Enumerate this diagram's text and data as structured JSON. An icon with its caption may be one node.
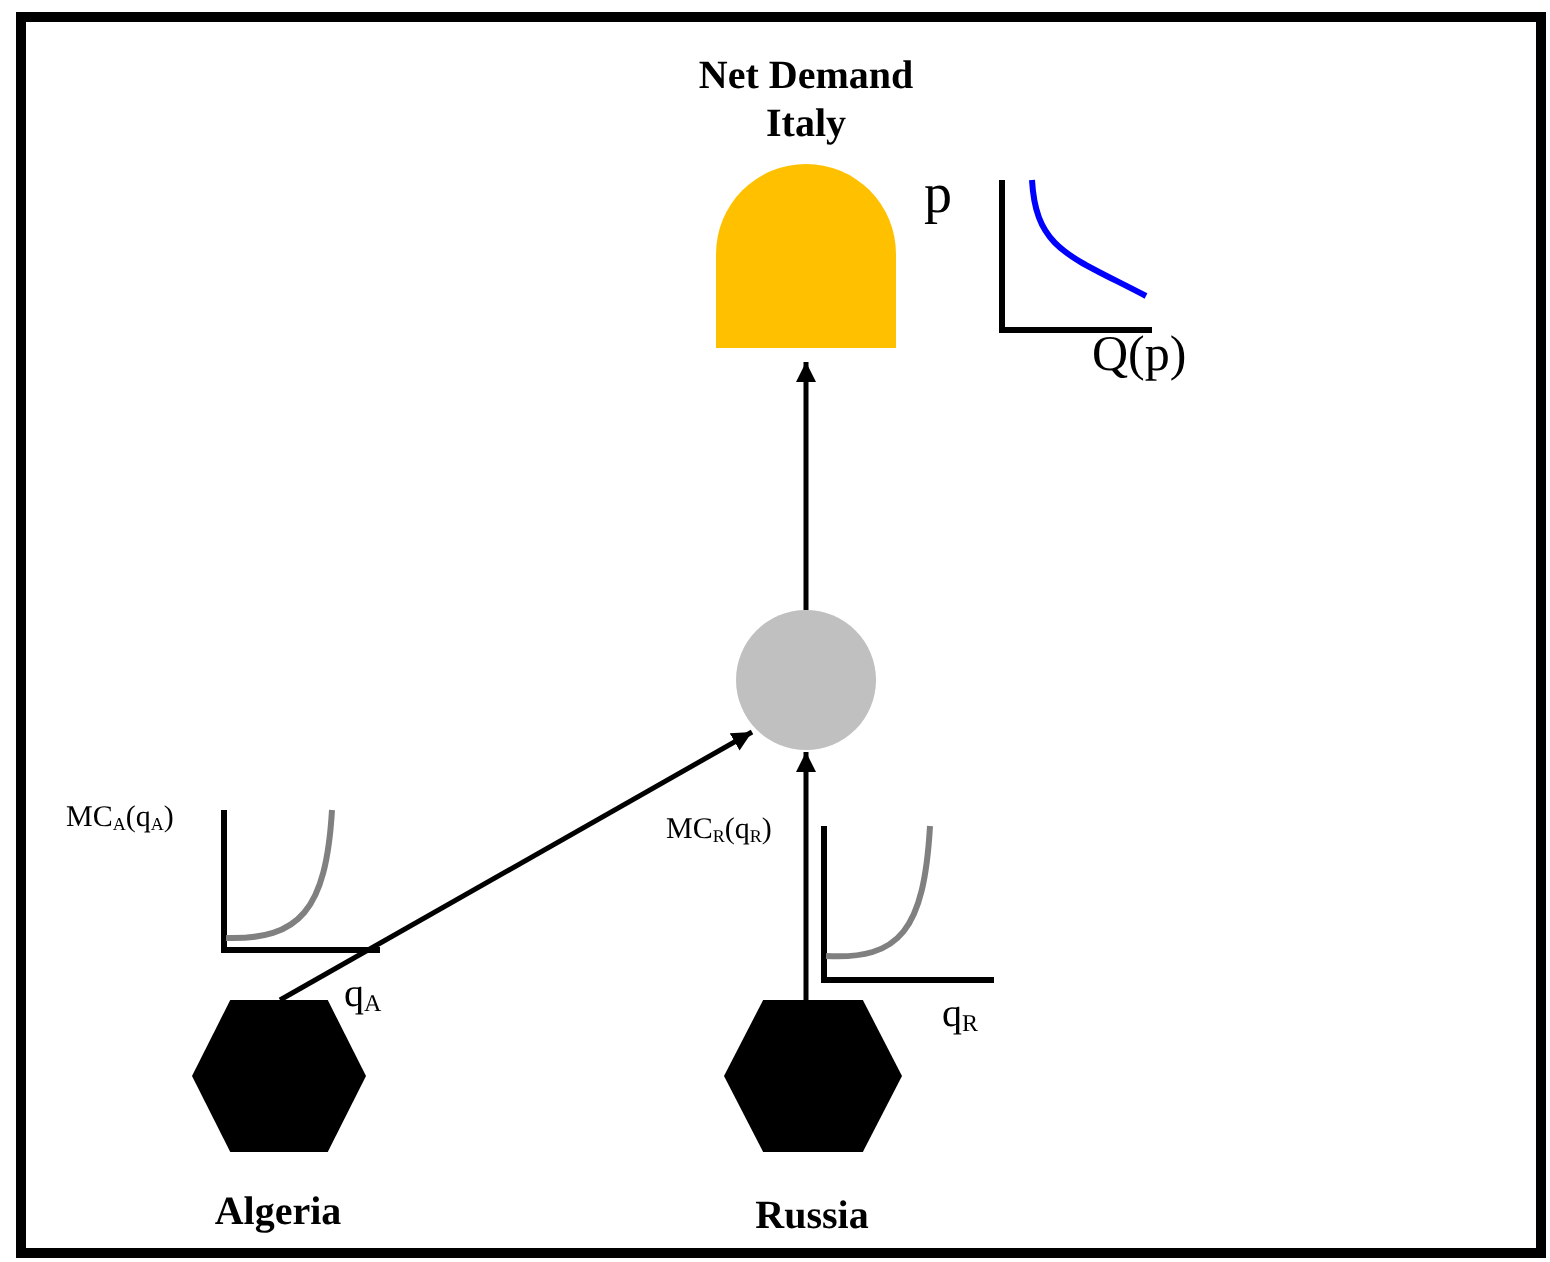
{
  "diagram": {
    "nodes": [
      {
        "text": [
          "Net Demand Italy"
        ]
      },
      {
        "text": [],
        "shape": "circle"
      },
      {
        "text": [
          "Algeria"
        ]
      },
      {
        "text": [
          "Russia"
        ]
      }
    ],
    "edges": [
      {
        "from": 2,
        "to": 1,
        "arrow": "to"
      },
      {
        "from": 3,
        "to": 1,
        "arrow": "to"
      },
      {
        "from": 1,
        "to": 0,
        "arrow": "to"
      }
    ],
    "labels": [
      "p",
      "Q(p)",
      "MC$_{A}$(q$_{A}$)",
      "q$_{A}$",
      "MC$_{R}$(q$_{R}$)",
      "q$_{R}$"
    ]
  }
}
